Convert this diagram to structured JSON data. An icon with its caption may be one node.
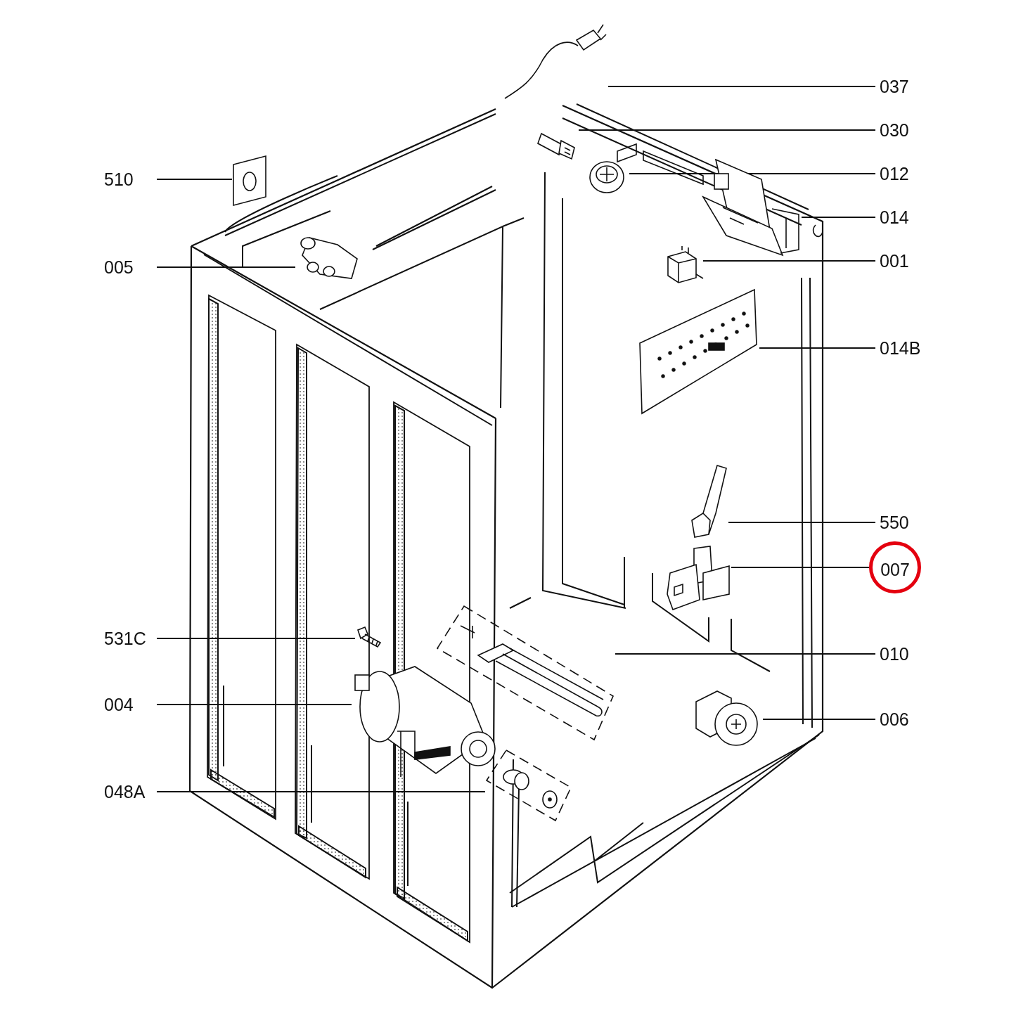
{
  "diagram": {
    "nodes": [
      {
        "text": [
          "037"
        ]
      },
      {
        "text": [
          "030"
        ]
      },
      {
        "text": [
          "510"
        ]
      },
      {
        "text": [
          "012"
        ]
      },
      {
        "text": [
          "014"
        ]
      },
      {
        "text": [
          "001"
        ]
      },
      {
        "text": [
          "005"
        ]
      },
      {
        "text": [
          "014B"
        ]
      },
      {
        "text": [
          "550"
        ]
      },
      {
        "text": [
          "007"
        ]
      },
      {
        "text": [
          "531C"
        ]
      },
      {
        "text": [
          "010"
        ]
      },
      {
        "text": [
          "004"
        ]
      },
      {
        "text": [
          "006"
        ]
      },
      {
        "text": [
          "048A"
        ]
      },
      {
        "text": [],
        "shape": "picture"
      },
      {
        "text": [],
        "shape": "picture"
      },
      {
        "text": [],
        "shape": "picture"
      },
      {
        "text": [],
        "shape": "picture"
      },
      {
        "text": [],
        "shape": "picture"
      },
      {
        "text": [],
        "shape": "picture"
      },
      {
        "text": [],
        "shape": "picture"
      },
      {
        "text": [],
        "shape": "picture"
      },
      {
        "text": [],
        "shape": "picture"
      },
      {
        "text": [],
        "shape": "picture"
      },
      {
        "text": [],
        "shape": "picture"
      },
      {
        "text": [],
        "shape": "picture"
      },
      {
        "text": [],
        "shape": "picture"
      },
      {
        "text": [],
        "shape": "picture"
      },
      {
        "text": [],
        "shape": "picture"
      }
    ],
    "edges": [
      {
        "from": 0,
        "to": 15,
        "arrow": "none"
      },
      {
        "from": 1,
        "to": 16,
        "arrow": "none"
      },
      {
        "from": 2,
        "to": 18,
        "arrow": "none"
      },
      {
        "from": 3,
        "to": 17,
        "arrow": "none"
      },
      {
        "from": 4,
        "to": 19,
        "arrow": "none"
      },
      {
        "from": 5,
        "to": 21,
        "arrow": "none"
      },
      {
        "from": 6,
        "to": 20,
        "arrow": "none"
      },
      {
        "from": 7,
        "to": 22,
        "arrow": "none"
      },
      {
        "from": 8,
        "to": 23,
        "arrow": "none"
      },
      {
        "from": 9,
        "to": 24,
        "arrow": "none"
      },
      {
        "from": 10,
        "to": 25,
        "arrow": "none"
      },
      {
        "from": 11,
        "to": 26,
        "arrow": "none"
      },
      {
        "from": 12,
        "to": 28,
        "arrow": "none"
      },
      {
        "from": 13,
        "to": 27,
        "arrow": "none"
      },
      {
        "from": 14,
        "to": 29,
        "arrow": "none"
      }
    ]
  }
}
